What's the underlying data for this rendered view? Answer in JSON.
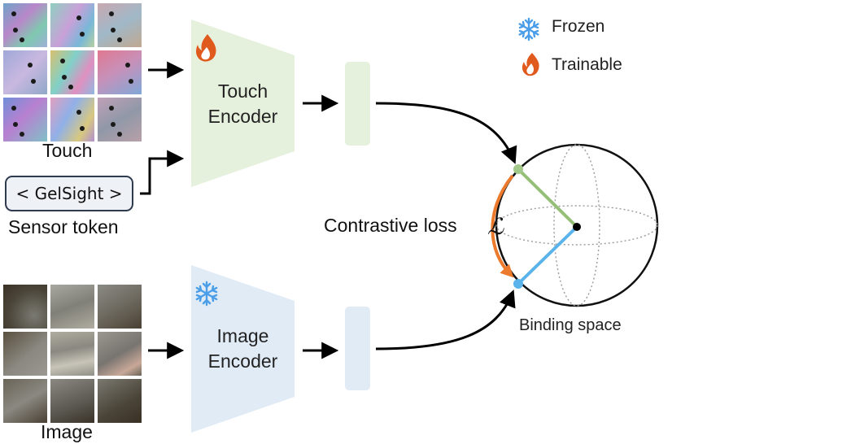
{
  "touch_label": "Touch",
  "sensor_token": "< GelSight >",
  "sensor_token_label": "Sensor token",
  "image_label": "Image",
  "touch_encoder": {
    "line1": "Touch",
    "line2": "Encoder"
  },
  "image_encoder": {
    "line1": "Image",
    "line2": "Encoder"
  },
  "loss_label": "Contrastive loss",
  "loss_symbol": "ℒ",
  "space_label": "Binding space",
  "legend": {
    "frozen": {
      "label": "Frozen",
      "icon": "snowflake-icon",
      "color": "#4a9ee8"
    },
    "trainable": {
      "label": "Trainable",
      "icon": "flame-icon",
      "color": "#e05a1e"
    }
  },
  "colors": {
    "touch_encoder_fill": "#e6f1dd",
    "image_encoder_fill": "#e1ebf6",
    "touch_vector": "#95bf77",
    "image_vector": "#5bb3ec",
    "loss_arc": "#ec7a2d"
  }
}
